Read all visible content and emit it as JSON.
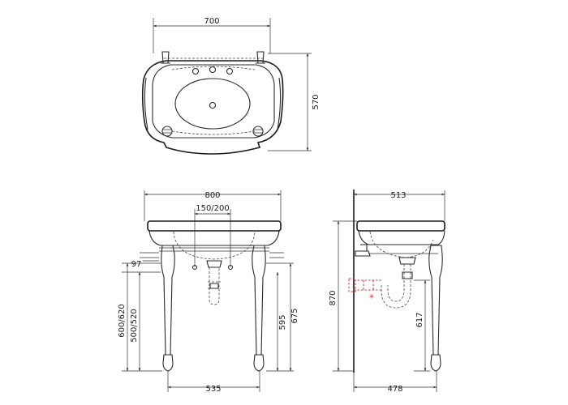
{
  "top_view": {
    "width_label": "700",
    "depth_label": "570"
  },
  "front_view": {
    "width_label": "800",
    "tap_spacing_label": "150/200",
    "left_offset_label": "97",
    "height_a_label": "600/620",
    "height_b_label": "500/520",
    "height_c_label": "595",
    "height_d_label": "675",
    "leg_span_label": "535"
  },
  "side_view": {
    "depth_label": "513",
    "total_height_label": "870",
    "trap_height_label": "617",
    "base_depth_label": "478",
    "marker_symbol": "*"
  },
  "colors": {
    "line": "#2a2a2a",
    "marker": "#d8333a"
  }
}
